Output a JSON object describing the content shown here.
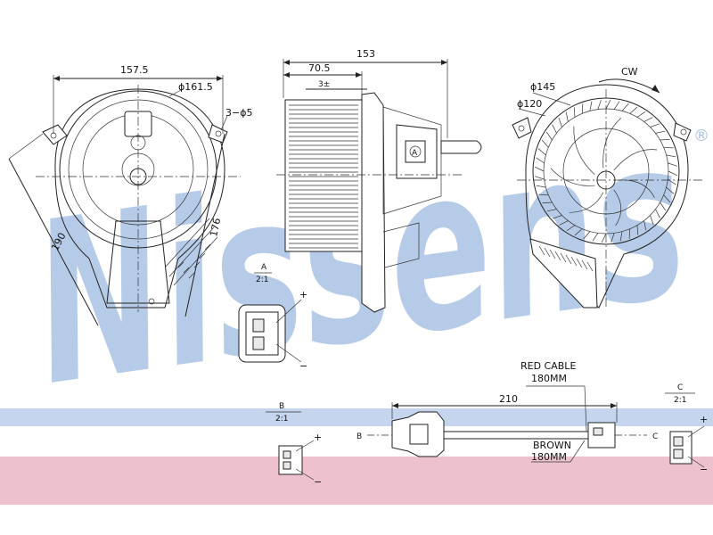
{
  "watermark": {
    "text": "Nissens",
    "registered": "®",
    "color": "#8fb0dd"
  },
  "bands": {
    "blue": "#b7cbea",
    "pink": "#e8b3c2"
  },
  "front_view": {
    "width": "157.5",
    "outer_dia": "ϕ161.5",
    "holes": "3−ϕ5",
    "height_left": "190",
    "height_right": "176"
  },
  "side_view": {
    "overall": "153",
    "wheel_width": "70.5",
    "offset": "3±",
    "connector_tag": "A"
  },
  "rear_view": {
    "rotation": "CW",
    "dia_outer": "ϕ145",
    "dia_inner": "ϕ120"
  },
  "detail_a": {
    "label": "A",
    "scale": "2:1",
    "plus": "+",
    "minus": "−"
  },
  "detail_b": {
    "label": "B",
    "scale": "2:1",
    "plus": "+",
    "minus": "−"
  },
  "detail_c": {
    "label": "C",
    "scale": "2:1",
    "plus": "+",
    "minus": "−"
  },
  "cable": {
    "red_line1": "RED CABLE",
    "red_line2": "180MM",
    "length": "210",
    "brown_line1": "BROWN",
    "brown_line2": "180MM",
    "end_b": "B",
    "end_c": "C"
  }
}
